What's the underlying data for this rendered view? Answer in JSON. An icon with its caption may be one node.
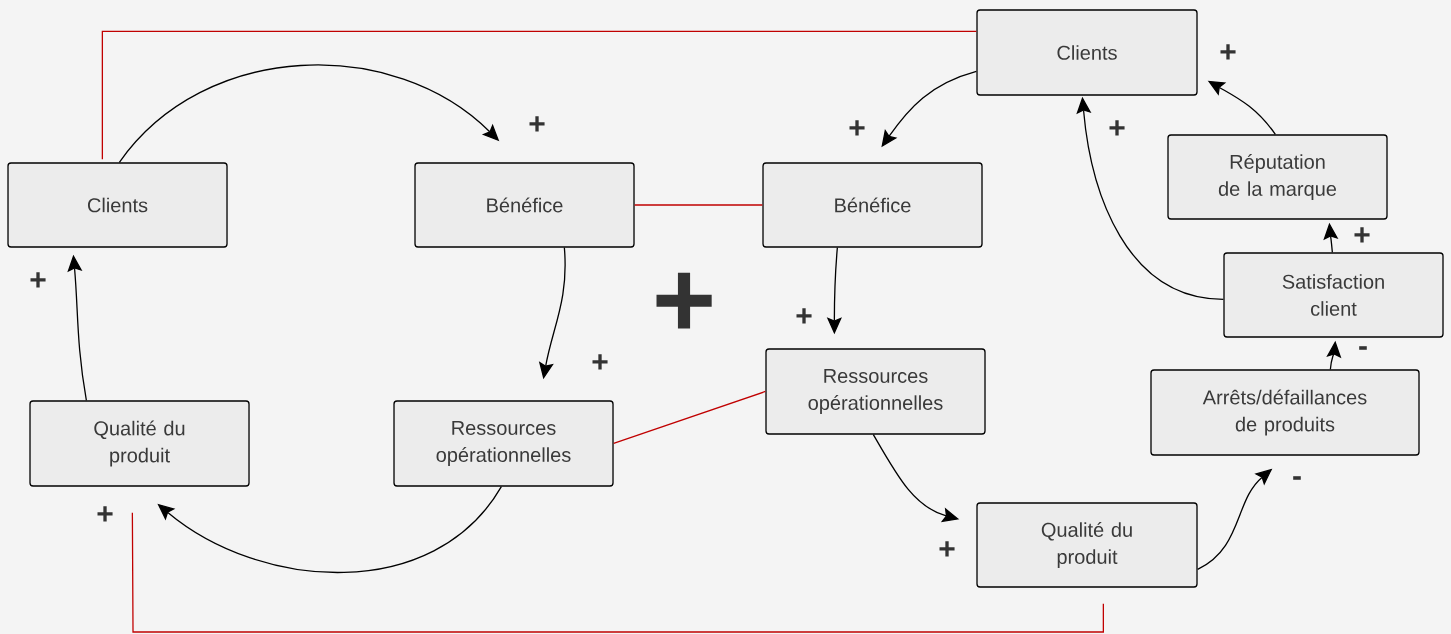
{
  "diagram": {
    "nodes": [
      {
        "text": [
          "Clients"
        ]
      },
      {
        "text": [
          "Bénéfice"
        ]
      },
      {
        "text": [
          "Qualité du produit"
        ]
      },
      {
        "text": [
          "Ressources opérationnelles"
        ]
      },
      {
        "text": [
          "Clients"
        ]
      },
      {
        "text": [
          "Bénéfice"
        ]
      },
      {
        "text": [
          "Réputation de la marque"
        ]
      },
      {
        "text": [
          "Satisfaction client"
        ]
      },
      {
        "text": [
          "Ressources opérationnelles"
        ]
      },
      {
        "text": [
          "Arrêts/défaillances de produits"
        ]
      },
      {
        "text": [
          "Qualité du produit"
        ]
      }
    ],
    "edges": [
      {
        "from": 0,
        "to": 1,
        "arrow": "to",
        "label": "+"
      },
      {
        "from": 1,
        "to": 3,
        "arrow": "to",
        "label": "+"
      },
      {
        "from": 3,
        "to": 2,
        "arrow": "to",
        "label": "+"
      },
      {
        "from": 2,
        "to": 0,
        "arrow": "to",
        "label": "+"
      },
      {
        "from": 4,
        "to": 5,
        "arrow": "to",
        "label": "+"
      },
      {
        "from": 5,
        "to": 8,
        "arrow": "to",
        "label": "+"
      },
      {
        "from": 8,
        "to": 10,
        "arrow": "to",
        "label": "+"
      },
      {
        "from": 10,
        "to": 9,
        "arrow": "to",
        "label": "-"
      },
      {
        "from": 9,
        "to": 7,
        "arrow": "to",
        "label": "-"
      },
      {
        "from": 7,
        "to": 6,
        "arrow": "to",
        "label": "+"
      },
      {
        "from": 6,
        "to": 4,
        "arrow": "to",
        "label": "+"
      },
      {
        "from": 7,
        "to": 4,
        "arrow": "to",
        "label": "+"
      },
      {
        "from": 0,
        "to": 4,
        "arrow": "none",
        "color": "#c00000"
      },
      {
        "from": 1,
        "to": 5,
        "arrow": "none",
        "color": "#c00000"
      },
      {
        "from": 3,
        "to": 8,
        "arrow": "none",
        "color": "#c00000"
      },
      {
        "from": 2,
        "to": 10,
        "arrow": "none",
        "color": "#c00000"
      }
    ],
    "labels": [
      "+"
    ]
  }
}
